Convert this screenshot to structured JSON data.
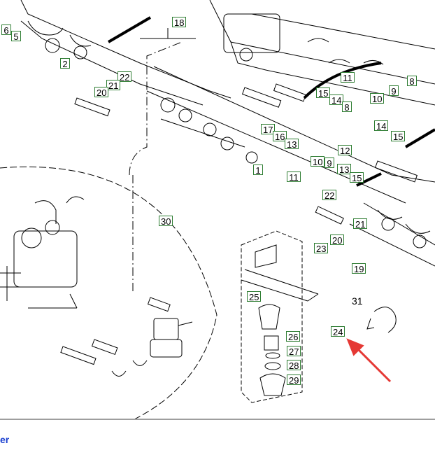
{
  "callouts": {
    "c6": "6",
    "c5": "5",
    "c2": "2",
    "c18": "18",
    "c22a": "22",
    "c21a": "21",
    "c20a": "20",
    "c11a": "11",
    "c8a": "8",
    "c9a": "9",
    "c10a": "10",
    "c15a": "15",
    "c14a": "14",
    "c8b": "8",
    "c17": "17",
    "c16": "16",
    "c13a": "13",
    "c14b": "14",
    "c15b": "15",
    "c12": "12",
    "c10b": "10",
    "c9b": "9",
    "c13b": "13",
    "c15c": "15",
    "c1": "1",
    "c11b": "11",
    "c22b": "22",
    "c21b": "21",
    "c23": "23",
    "c20b": "20",
    "c19": "19",
    "c30": "30",
    "c25": "25",
    "c24": "24",
    "c26": "26",
    "c27": "27",
    "c28": "28",
    "c29": "29"
  },
  "label_31": "31",
  "bottom_link": "er",
  "colors": {
    "callout_border": "#2e7d32",
    "arrow": "#e53935",
    "link": "#1a3fcf"
  }
}
